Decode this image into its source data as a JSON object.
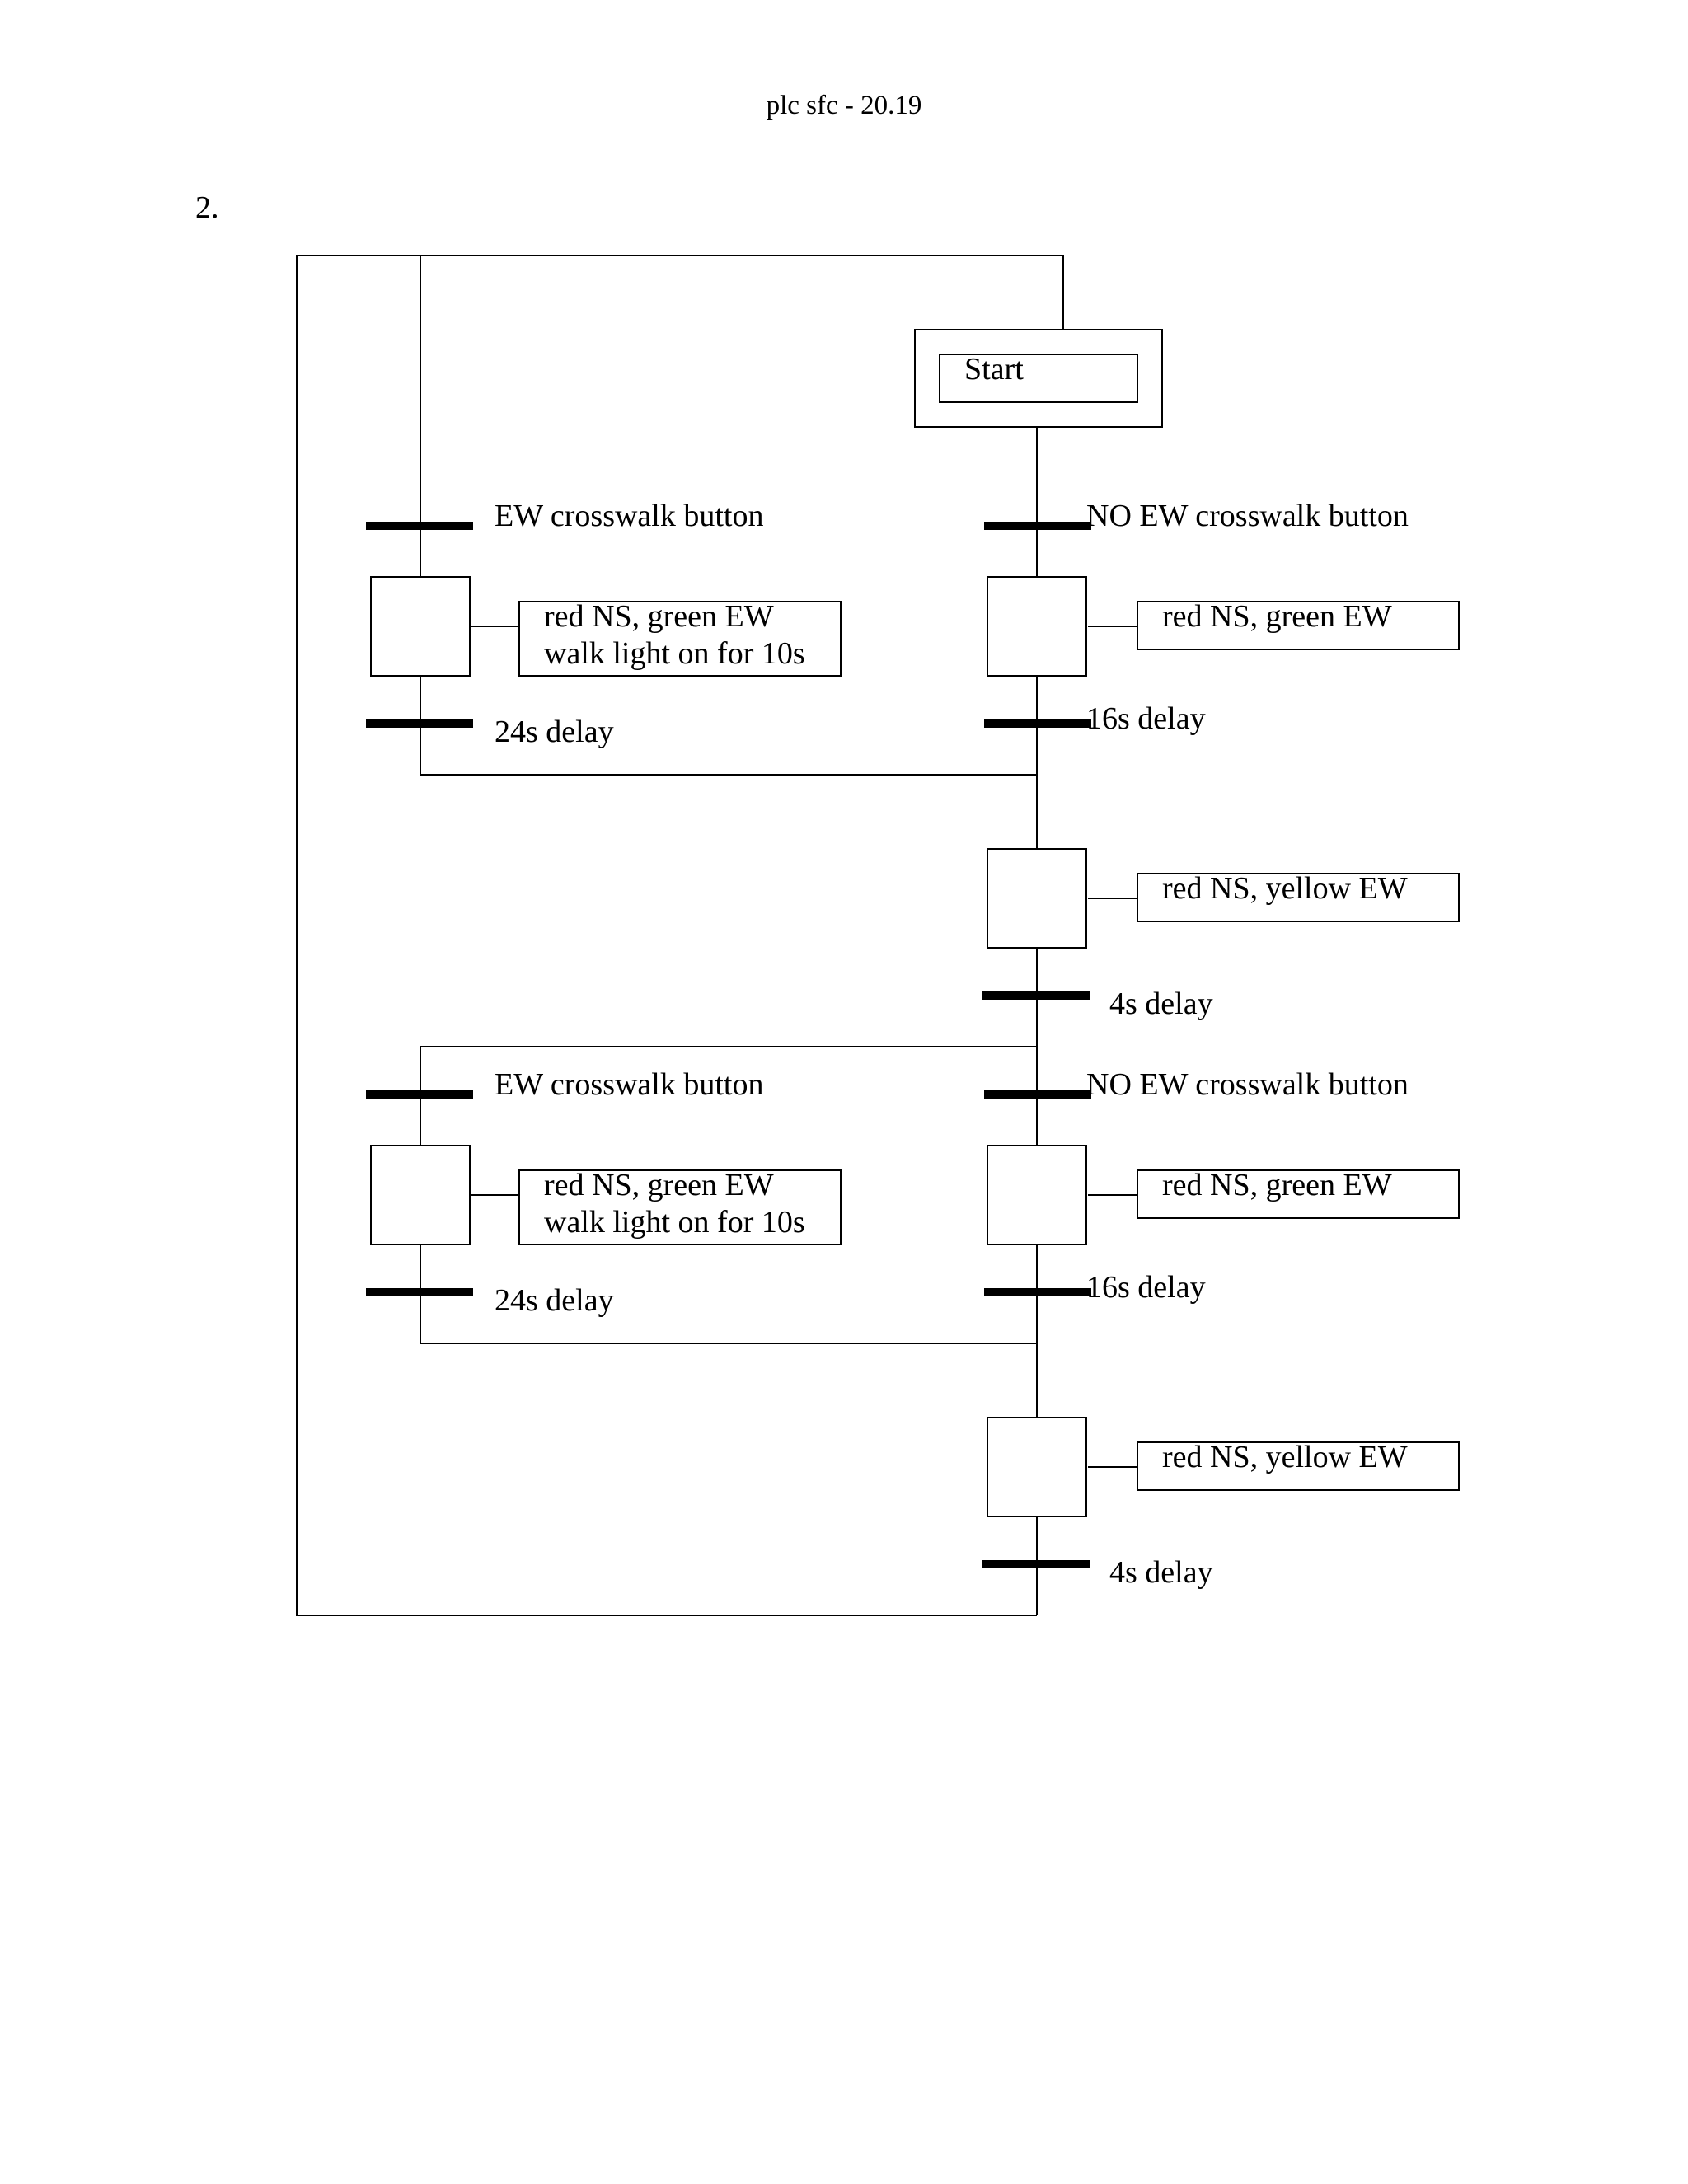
{
  "page": {
    "header": "plc sfc - 20.19",
    "problem_number": "2."
  },
  "diagram": {
    "start_step": {
      "label": "Start"
    },
    "section_1": {
      "branch_left": {
        "condition": "EW crosswalk button",
        "action_line1": "red NS, green EW",
        "action_line2": "walk light on for 10s",
        "delay": "24s delay"
      },
      "branch_right": {
        "condition": "NO EW crosswalk button",
        "action": "red NS, green EW",
        "delay": "16s delay"
      },
      "merge_step": {
        "action": "red NS, yellow EW",
        "delay": "4s delay"
      }
    },
    "section_2": {
      "branch_left": {
        "condition": "EW crosswalk button",
        "action_line1": "red NS, green EW",
        "action_line2": "walk light on for 10s",
        "delay": "24s delay"
      },
      "branch_right": {
        "condition": "NO EW crosswalk button",
        "action": "red NS, green EW",
        "delay": "16s delay"
      },
      "merge_step": {
        "action": "red NS, yellow EW",
        "delay": "4s delay"
      }
    }
  }
}
